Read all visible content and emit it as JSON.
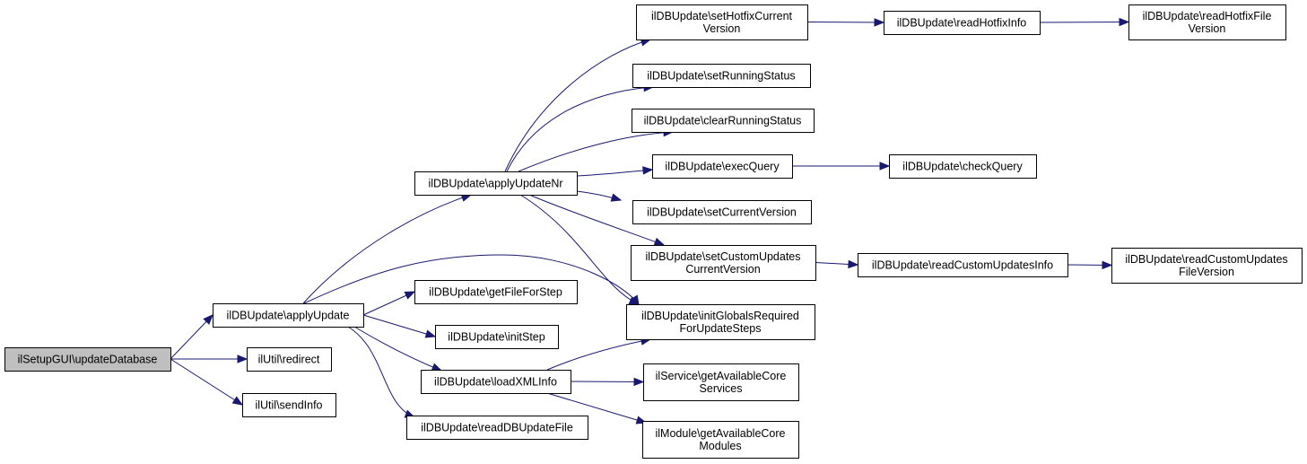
{
  "colors": {
    "edge": "#191970",
    "node_fill": "#ffffff",
    "root_fill": "#bfbfbf",
    "border": "#000000"
  },
  "nodes": {
    "updateDatabase": [
      "ilSetupGUI\\updateDatabase"
    ],
    "applyUpdate": [
      "ilDBUpdate\\applyUpdate"
    ],
    "redirect": [
      "ilUtil\\redirect"
    ],
    "sendInfo": [
      "ilUtil\\sendInfo"
    ],
    "applyUpdateNr": [
      "ilDBUpdate\\applyUpdateNr"
    ],
    "getFileForStep": [
      "ilDBUpdate\\getFileForStep"
    ],
    "initStep": [
      "ilDBUpdate\\initStep"
    ],
    "loadXMLInfo": [
      "ilDBUpdate\\loadXMLInfo"
    ],
    "readDBUpdateFile": [
      "ilDBUpdate\\readDBUpdateFile"
    ],
    "setHotfixCurrentVersion": [
      "ilDBUpdate\\setHotfixCurrent",
      "Version"
    ],
    "setRunningStatus": [
      "ilDBUpdate\\setRunningStatus"
    ],
    "clearRunningStatus": [
      "ilDBUpdate\\clearRunningStatus"
    ],
    "execQuery": [
      "ilDBUpdate\\execQuery"
    ],
    "setCurrentVersion": [
      "ilDBUpdate\\setCurrentVersion"
    ],
    "setCustomUpdatesCurrentVersion": [
      "ilDBUpdate\\setCustomUpdates",
      "CurrentVersion"
    ],
    "initGlobalsRequiredForUpdateSteps": [
      "ilDBUpdate\\initGlobalsRequired",
      "ForUpdateSteps"
    ],
    "getAvailableCoreServices": [
      "ilService\\getAvailableCore",
      "Services"
    ],
    "getAvailableCoreModules": [
      "ilModule\\getAvailableCore",
      "Modules"
    ],
    "readHotfixInfo": [
      "ilDBUpdate\\readHotfixInfo"
    ],
    "checkQuery": [
      "ilDBUpdate\\checkQuery"
    ],
    "readCustomUpdatesInfo": [
      "ilDBUpdate\\readCustomUpdatesInfo"
    ],
    "readHotfixFileVersion": [
      "ilDBUpdate\\readHotfixFile",
      "Version"
    ],
    "readCustomUpdatesFileVersion": [
      "ilDBUpdate\\readCustomUpdates",
      "FileVersion"
    ]
  },
  "edges": [
    [
      "updateDatabase",
      "applyUpdate"
    ],
    [
      "updateDatabase",
      "redirect"
    ],
    [
      "updateDatabase",
      "sendInfo"
    ],
    [
      "applyUpdate",
      "applyUpdateNr"
    ],
    [
      "applyUpdate",
      "getFileForStep"
    ],
    [
      "applyUpdate",
      "initStep"
    ],
    [
      "applyUpdate",
      "loadXMLInfo"
    ],
    [
      "applyUpdate",
      "readDBUpdateFile"
    ],
    [
      "applyUpdate",
      "initGlobalsRequiredForUpdateSteps"
    ],
    [
      "applyUpdateNr",
      "setHotfixCurrentVersion"
    ],
    [
      "applyUpdateNr",
      "setRunningStatus"
    ],
    [
      "applyUpdateNr",
      "clearRunningStatus"
    ],
    [
      "applyUpdateNr",
      "execQuery"
    ],
    [
      "applyUpdateNr",
      "setCurrentVersion"
    ],
    [
      "applyUpdateNr",
      "setCustomUpdatesCurrentVersion"
    ],
    [
      "applyUpdateNr",
      "initGlobalsRequiredForUpdateSteps"
    ],
    [
      "loadXMLInfo",
      "initGlobalsRequiredForUpdateSteps"
    ],
    [
      "loadXMLInfo",
      "getAvailableCoreServices"
    ],
    [
      "loadXMLInfo",
      "getAvailableCoreModules"
    ],
    [
      "setHotfixCurrentVersion",
      "readHotfixInfo"
    ],
    [
      "readHotfixInfo",
      "readHotfixFileVersion"
    ],
    [
      "execQuery",
      "checkQuery"
    ],
    [
      "setCustomUpdatesCurrentVersion",
      "readCustomUpdatesInfo"
    ],
    [
      "readCustomUpdatesInfo",
      "readCustomUpdatesFileVersion"
    ]
  ]
}
